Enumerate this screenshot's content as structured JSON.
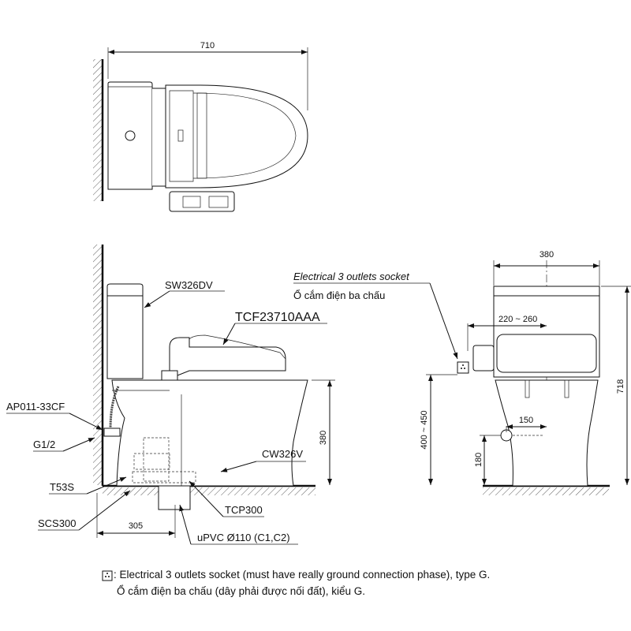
{
  "top_view": {
    "width_dim": "710"
  },
  "side_view": {
    "labels": {
      "tank": "SW326DV",
      "seat": "TCF23710AAA",
      "angle_valve": "AP011-33CF",
      "inlet": "G1/2",
      "bolt": "T53S",
      "sealing": "SCS300",
      "flange": "TCP300",
      "bowl": "CW326V",
      "drain": "uPVC Ø110 (C1,C2)"
    },
    "dims": {
      "seat_height": "380",
      "drain_offset": "305"
    },
    "socket_label_en": "Electrical 3 outlets socket",
    "socket_label_vi": "Ổ cắm điện ba chấu"
  },
  "front_view": {
    "dims": {
      "width": "380",
      "socket_offset": "220 ~ 260",
      "total_height": "718",
      "socket_height": "400 ~ 450",
      "inlet_offset": "150",
      "inlet_height": "180"
    }
  },
  "note": {
    "icon": "socket-icon",
    "line1": ": Electrical 3 outlets socket (must have really ground connection phase), type G.",
    "line2": "Ổ cắm điện ba chấu (dây phải được nối đất), kiểu G."
  }
}
